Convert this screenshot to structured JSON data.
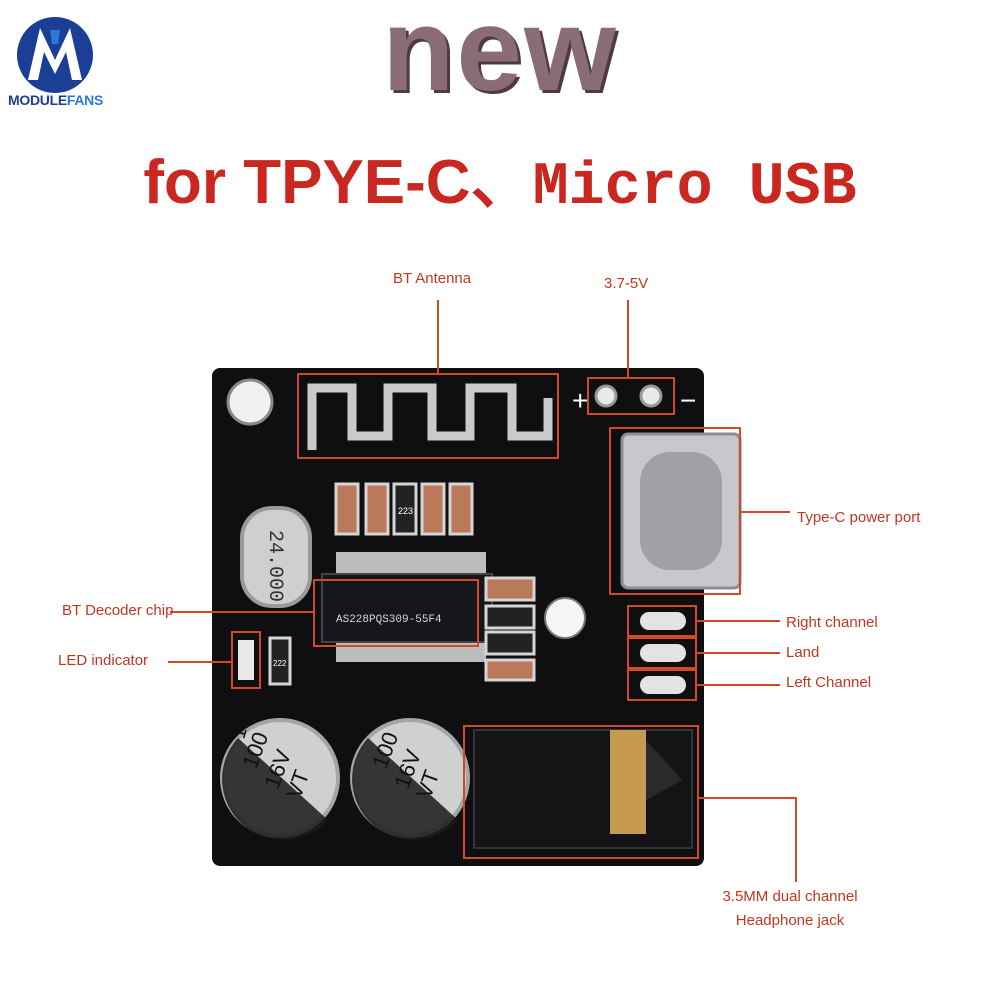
{
  "brand": {
    "name_part1": "MODULE",
    "name_part2": "FANS",
    "logo_colors": [
      "#1b3f94",
      "#2b78d8"
    ]
  },
  "headline": "new",
  "subheadline": {
    "part1": "for TPYE-C、",
    "part2": "Micro USB"
  },
  "callouts": {
    "bt_antenna": "BT Antenna",
    "voltage": "3.7-5V",
    "type_c": "Type-C power port",
    "decoder": "BT Decoder chip",
    "led": "LED indicator",
    "right_channel": "Right channel",
    "land": "Land",
    "left_channel": "Left Channel",
    "jack_line1": "3.5MM dual channel",
    "jack_line2": "Headphone jack"
  },
  "board_markings": {
    "crystal": "24.000",
    "chip": "AS228PQS309-55F4",
    "resistor1": "223",
    "resistor2": "222",
    "cap_value": "100",
    "cap_voltage": "16V",
    "cap_series": "VT",
    "plus": "+",
    "minus": "−"
  },
  "colors": {
    "annotation": "#c2361f",
    "board": "#0f0f12",
    "headline": "#8a6c76",
    "subheadline": "#c9271f"
  }
}
